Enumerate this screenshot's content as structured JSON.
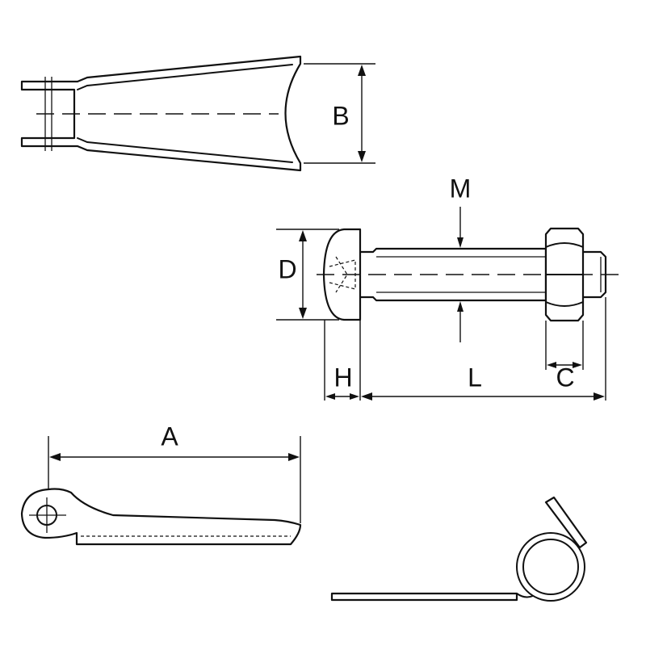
{
  "labels": {
    "A": "A",
    "B": "B",
    "C": "C",
    "D": "D",
    "H": "H",
    "L": "L",
    "M": "M"
  }
}
